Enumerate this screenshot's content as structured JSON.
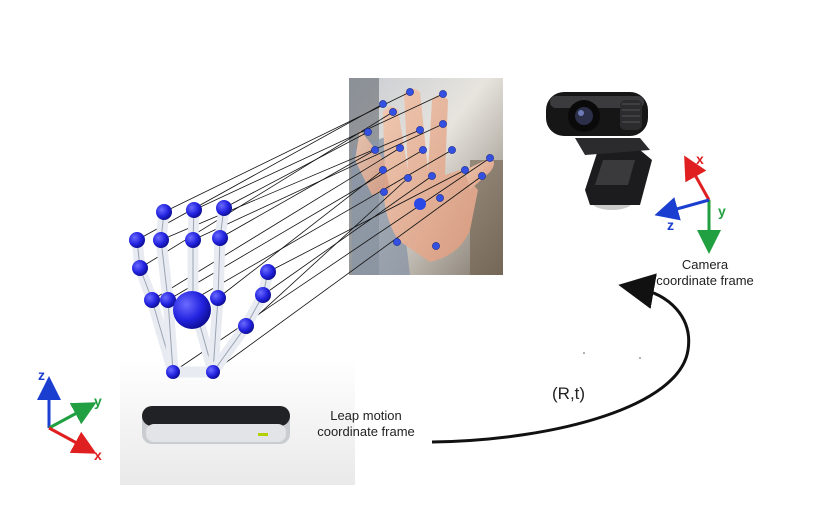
{
  "leap": {
    "label_line1": "Leap motion",
    "label_line2": "coordinate frame"
  },
  "camera": {
    "label_line1": "Camera",
    "label_line2": "coordinate frame"
  },
  "transform": {
    "label": "(R,t)"
  },
  "axes": {
    "x": "x",
    "y": "y",
    "z": "z"
  },
  "colors": {
    "x_axis": "#e02020",
    "y_axis": "#20a040",
    "z_axis": "#1a3fd0",
    "joint": "#2323e0",
    "bone": "#e8ecf2"
  },
  "icons": [
    "leap-motion-device-icon",
    "webcam-icon",
    "hand-skeleton-icon",
    "hand-photo-icon"
  ]
}
